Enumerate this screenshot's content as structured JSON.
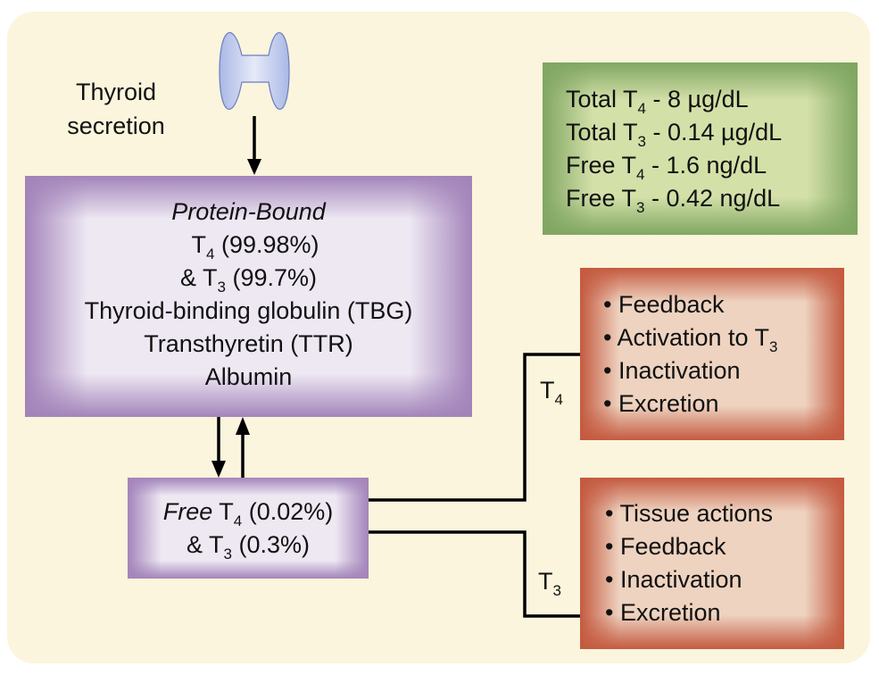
{
  "source_label": {
    "line1": "Thyroid",
    "line2": "secretion"
  },
  "protein_bound_box": {
    "title": "Protein-Bound",
    "t4_prefix": "T",
    "t4_sub": "4",
    "t4_value": " (99.98%)",
    "t3_prefix": "& T",
    "t3_sub": "3",
    "t3_value": " (99.7%)",
    "proteins": [
      "Thyroid-binding globulin (TBG)",
      "Transthyretin (TTR)",
      "Albumin"
    ]
  },
  "free_box": {
    "title": "Free",
    "t4_prefix": " T",
    "t4_sub": "4",
    "t4_value": " (0.02%)",
    "t3_prefix": "& T",
    "t3_sub": "3",
    "t3_value": " (0.3%)"
  },
  "levels_box": {
    "rows": [
      {
        "label": "Total T",
        "sub": "4",
        "value": " - 8 µg/dL"
      },
      {
        "label": "Total T",
        "sub": "3",
        "value": " - 0.14 µg/dL"
      },
      {
        "label": "Free T",
        "sub": "4",
        "value": " - 1.6 ng/dL"
      },
      {
        "label": "Free T",
        "sub": "3",
        "value": " - 0.42 ng/dL"
      }
    ]
  },
  "t4_branch": {
    "label": "T",
    "sub": "4",
    "actions": [
      {
        "text": "• Feedback"
      },
      {
        "text": "• Activation to T",
        "sub": "3"
      },
      {
        "text": "• Inactivation"
      },
      {
        "text": "• Excretion"
      }
    ]
  },
  "t3_branch": {
    "label": "T",
    "sub": "3",
    "actions": [
      {
        "text": "• Tissue actions"
      },
      {
        "text": "• Feedback"
      },
      {
        "text": "• Inactivation"
      },
      {
        "text": "• Excretion"
      }
    ]
  },
  "colors": {
    "background_panel": "#FAF5DC",
    "protein_box": "#A384BA",
    "levels_box": "#80A662",
    "action_box": "#C45A40",
    "thyroid_gland": "#A9B8E6",
    "connector": "#000000"
  }
}
